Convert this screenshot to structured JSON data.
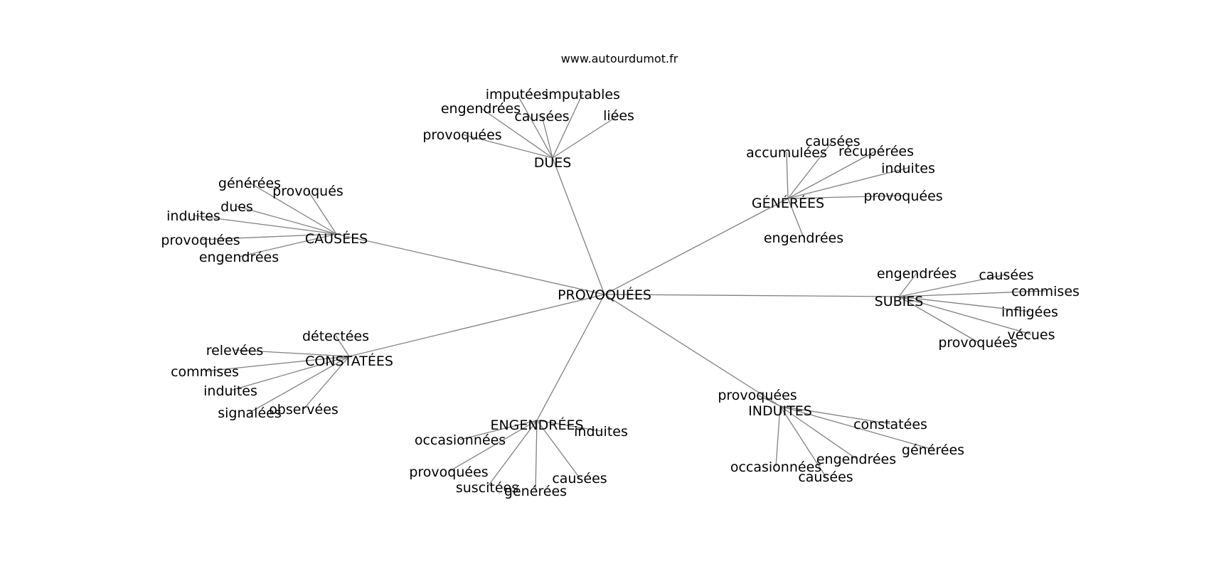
{
  "site": "www.autourdumot.fr",
  "center": "PROVOQUÉES",
  "clusters": [
    {
      "name": "DUES",
      "leaves": [
        "imputées",
        "imputables",
        "engendrées",
        "causées",
        "liées",
        "provoquées"
      ]
    },
    {
      "name": "GÉNÉRÉES",
      "leaves": [
        "causées",
        "accumulées",
        "récupérées",
        "induites",
        "provoquées",
        "engendrées"
      ]
    },
    {
      "name": "CAUSÉES",
      "leaves": [
        "générées",
        "provoqués",
        "dues",
        "induites",
        "provoquées",
        "engendrées"
      ]
    },
    {
      "name": "SUBIES",
      "leaves": [
        "engendrées",
        "causées",
        "commises",
        "infligées",
        "vécues",
        "provoquées"
      ]
    },
    {
      "name": "CONSTATÉES",
      "leaves": [
        "détectées",
        "relevées",
        "commises",
        "induites",
        "signalées",
        "observées"
      ]
    },
    {
      "name": "ENGENDRÉES",
      "leaves": [
        "occasionnées",
        "induites",
        "provoquées",
        "suscitées",
        "générées",
        "causées"
      ]
    },
    {
      "name": "INDUITES",
      "leaves": [
        "provoquées",
        "constatées",
        "générées",
        "engendrées",
        "occasionnées",
        "causées"
      ]
    }
  ]
}
